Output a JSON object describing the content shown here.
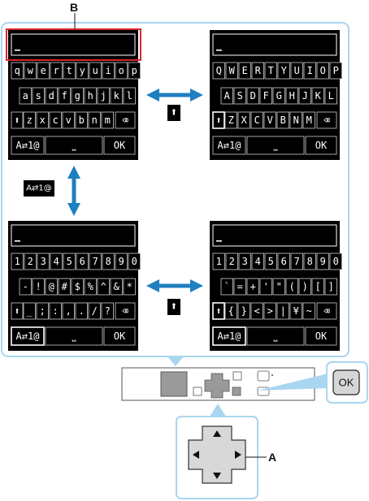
{
  "labels": {
    "callout_b": "B",
    "callout_a": "A"
  },
  "mode_switch_label": "A⇄1@",
  "shift_symbol": "⬆",
  "ok_label": "OK",
  "space_symbol": "⎵",
  "backspace_symbol": "⌫",
  "keyboards": {
    "lowercase": {
      "rows": [
        [
          "q",
          "w",
          "e",
          "r",
          "t",
          "y",
          "u",
          "i",
          "o",
          "p"
        ],
        [
          "a",
          "s",
          "d",
          "f",
          "g",
          "h",
          "j",
          "k",
          "l"
        ],
        [
          "z",
          "x",
          "c",
          "v",
          "b",
          "n",
          "m"
        ]
      ]
    },
    "uppercase": {
      "rows": [
        [
          "Q",
          "W",
          "E",
          "R",
          "T",
          "Y",
          "U",
          "I",
          "O",
          "P"
        ],
        [
          "A",
          "S",
          "D",
          "F",
          "G",
          "H",
          "J",
          "K",
          "L"
        ],
        [
          "Z",
          "X",
          "C",
          "V",
          "B",
          "N",
          "M"
        ]
      ]
    },
    "numbers_symbols_1": {
      "rows": [
        [
          "1",
          "2",
          "3",
          "4",
          "5",
          "6",
          "7",
          "8",
          "9",
          "0"
        ],
        [
          "-",
          "!",
          "@",
          "#",
          "$",
          "%",
          "^",
          "&",
          "*"
        ],
        [
          "_",
          ";",
          ":",
          ",",
          ".",
          "/",
          "?"
        ]
      ]
    },
    "numbers_symbols_2": {
      "rows": [
        [
          "1",
          "2",
          "3",
          "4",
          "5",
          "6",
          "7",
          "8",
          "9",
          "0"
        ],
        [
          "`",
          "=",
          "+",
          "'",
          "\"",
          "(",
          ")",
          "[",
          "]"
        ],
        [
          "{",
          "}",
          "<",
          ">",
          "|",
          "¥",
          "~"
        ]
      ]
    }
  },
  "colors": {
    "accent_blue": "#1f7fc0",
    "panel_border": "#a9d6f0",
    "highlight_red": "#d9262c",
    "screen_bg": "#000000",
    "device_gray": "#999999"
  }
}
